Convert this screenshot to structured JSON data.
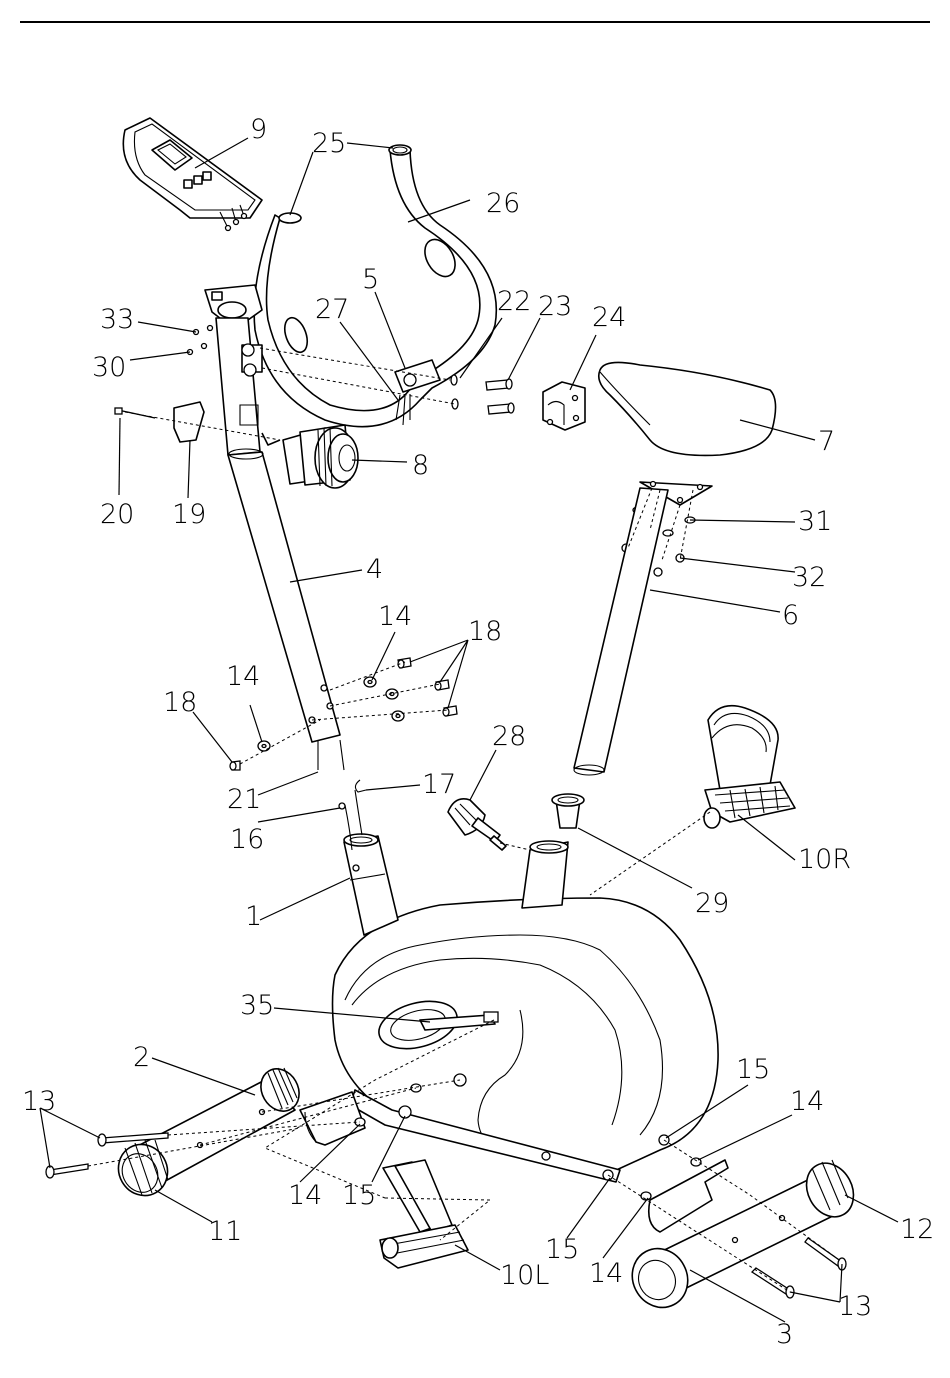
{
  "labels": {
    "l1": "1",
    "l2": "2",
    "l3": "3",
    "l4": "4",
    "l5": "5",
    "l6": "6",
    "l7": "7",
    "l8": "8",
    "l9": "9",
    "l10R": "10R",
    "l10L": "10L",
    "l11": "11",
    "l12": "12",
    "l13a": "13",
    "l13b": "13",
    "l14a": "14",
    "l14b": "14",
    "l14c": "14",
    "l14d": "14",
    "l14e": "14",
    "l15a": "15",
    "l15b": "15",
    "l15c": "15",
    "l16": "16",
    "l17": "17",
    "l18a": "18",
    "l18b": "18",
    "l19": "19",
    "l20": "20",
    "l21": "21",
    "l22": "22",
    "l23": "23",
    "l24": "24",
    "l25": "25",
    "l26": "26",
    "l27": "27",
    "l28": "28",
    "l29": "29",
    "l30": "30",
    "l31": "31",
    "l32": "32",
    "l33": "33",
    "l35": "35"
  }
}
